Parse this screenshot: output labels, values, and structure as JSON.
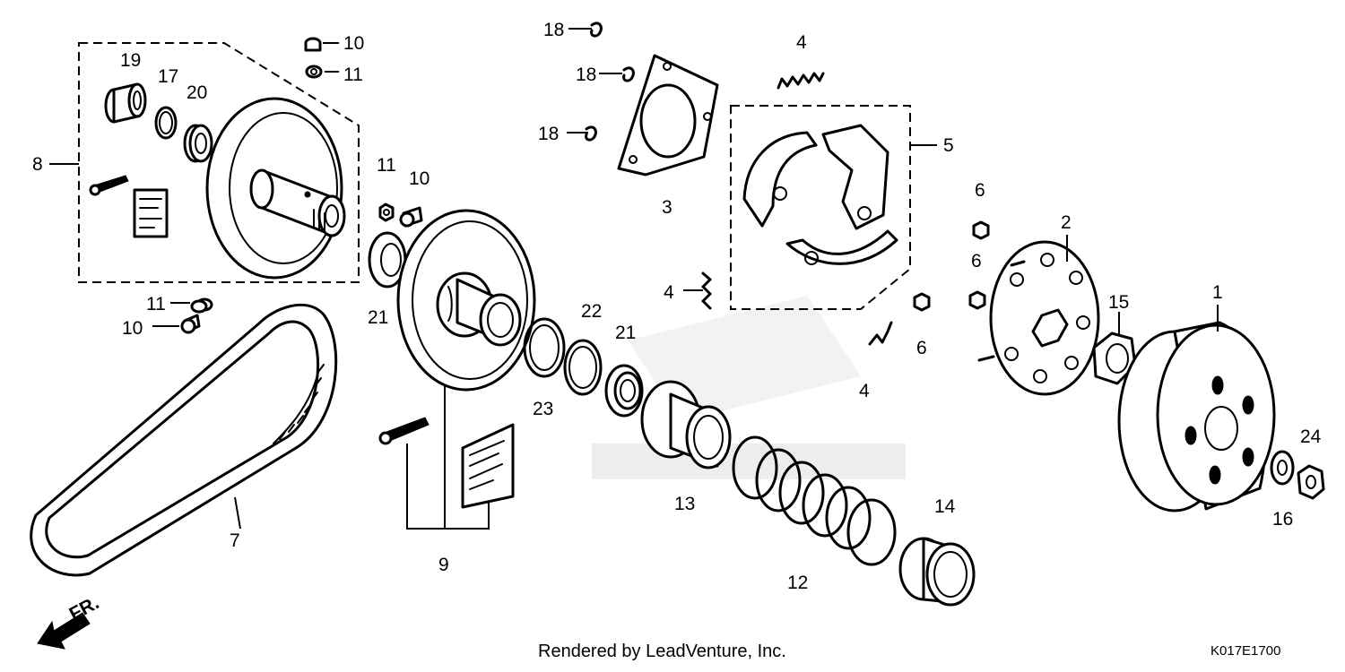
{
  "callouts": {
    "c1": "1",
    "c2": "2",
    "c3": "3",
    "c4a": "4",
    "c4b": "4",
    "c4c": "4",
    "c5": "5",
    "c6a": "6",
    "c6b": "6",
    "c6c": "6",
    "c7": "7",
    "c8": "8",
    "c9": "9",
    "c10a": "10",
    "c10b": "10",
    "c10c": "10",
    "c11a": "11",
    "c11b": "11",
    "c11c": "11",
    "c12": "12",
    "c13": "13",
    "c14": "14",
    "c15": "15",
    "c16": "16",
    "c17": "17",
    "c18a": "18",
    "c18b": "18",
    "c18c": "18",
    "c19": "19",
    "c20": "20",
    "c21a": "21",
    "c21b": "21",
    "c22": "22",
    "c23": "23",
    "c24": "24"
  },
  "direction_label": "FR.",
  "footer": {
    "credit": "Rendered by LeadVenture, Inc.",
    "diagram_code": "K017E1700"
  },
  "colors": {
    "line": "#000000",
    "background": "#ffffff",
    "watermark": "#e9e9e9"
  }
}
